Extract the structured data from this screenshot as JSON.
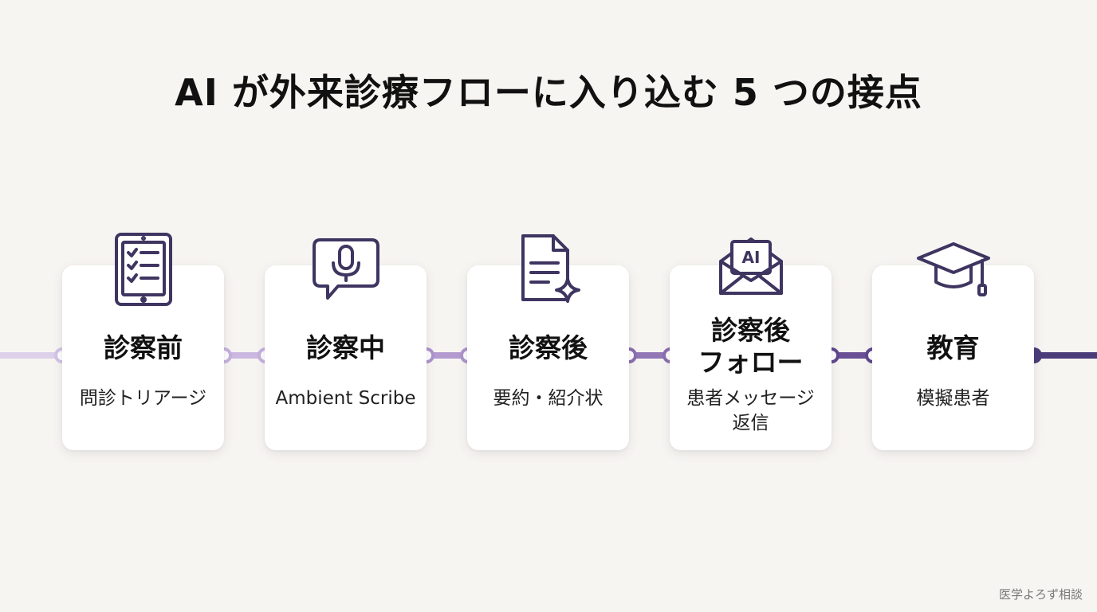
{
  "title": "AI が外来診療フローに入り込む 5 つの接点",
  "steps": [
    {
      "title": "診察前",
      "subtitle": "問診トリアージ",
      "icon": "tablet-checklist-icon",
      "color": "#d9c9e8"
    },
    {
      "title": "診察中",
      "subtitle": "Ambient Scribe",
      "icon": "microphone-bubble-icon",
      "color": "#c1a9d8"
    },
    {
      "title": "診察後",
      "subtitle": "要約・紹介状",
      "icon": "document-sparkle-icon",
      "color": "#a58bc4"
    },
    {
      "title": "診察後\nフォロー",
      "subtitle": "患者メッセージ\n返信",
      "icon": "ai-envelope-icon",
      "color": "#7c629f"
    },
    {
      "title": "教育",
      "subtitle": "模擬患者",
      "icon": "graduation-cap-icon",
      "color": "#4f4180"
    }
  ],
  "brand": "医学よろず相談",
  "colors": {
    "icon_stroke": "#3f3561",
    "background": "#f7f5f2"
  }
}
